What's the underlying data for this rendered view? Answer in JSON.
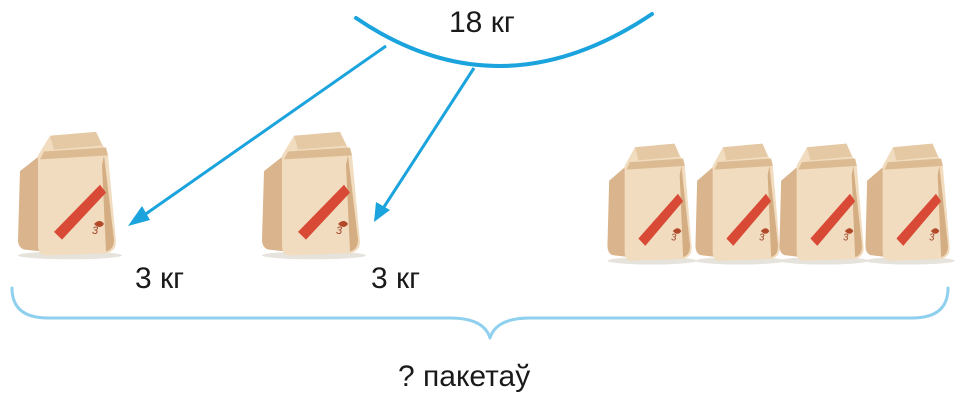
{
  "total_weight": "18 кг",
  "bag_weights": [
    "3 кг",
    "3 кг"
  ],
  "question": "? пакетаў",
  "bag_count_shown": 6,
  "colors": {
    "arrow": "#1aa3dc",
    "brace": "#8fd0ee",
    "bag_body": "#efd6b4",
    "bag_shade": "#c9a37c",
    "bag_stripe": "#d94a36",
    "text": "#1a1a1a"
  },
  "icons": [
    "sack-icon"
  ]
}
